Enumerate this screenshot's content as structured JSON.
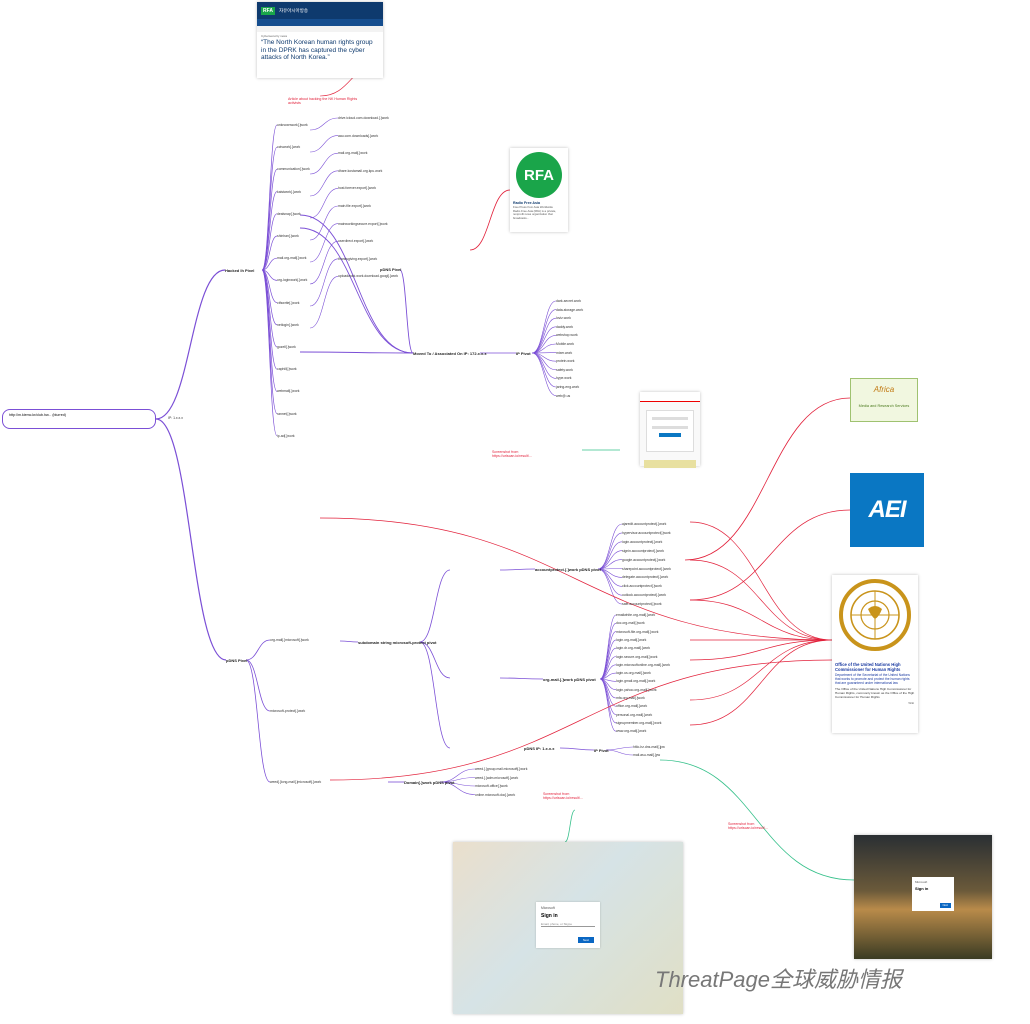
{
  "root": {
    "url": "http://m.kiemc.kr/club.hw... (blurred)",
    "ip_label": "IP: 1.x.x.x"
  },
  "hubs": {
    "top": "Hacked Ih Pixel",
    "bottom": "pDNS Pixel",
    "pdns": "pDNS Pixel",
    "moved": "Moved To / Associated On IP: 172.x.x.x",
    "ip_pivot": "IP Pivot",
    "subdomain": "subdomain string microsoft-protect pivot",
    "account": "accountprotect.[.]work pDNS pivot",
    "org": "org-mail.[.]work pDNS pivot",
    "pdns_ip": "pDNS IP: 1.x.x.x",
    "ip_pivot2": "IP Pivot",
    "domain": "Domain[.]work pDNS pivot"
  },
  "top_branch_labels": [
    "unknownwork[.]work",
    "cctvwork[.]work",
    "communication[.]work",
    "kaistwork[.]work",
    "dealsnap[.]work",
    "shinhan[.]work",
    "mail.org-mail[.]work",
    "org-loginwork[.]work",
    "ctfswrite[.]work",
    "netlogin[.]work",
    "gozell[.]work",
    "caphill[.]work",
    "webmail[.]work",
    "rannet[.]work",
    "ip-ad[.]work"
  ],
  "middle_labels": [
    "drive.icloud.com.download.[.]work",
    "aau.com.downloads[.]work",
    "mail.org-mail[.]work",
    "dhare.kostamail.org.kpu.work",
    "host.forever.export[.]work",
    "main.file.export[.]work",
    "mainworkingsecure.export[.]work",
    "userdirect.export[.]work",
    "thanksgiving.export[.]work",
    "uploadwork.work.download.googl[.]work"
  ],
  "ip_pivot_labels": [
    "dark-secret.work",
    "data-storage.work",
    "loviz.work",
    "daddy.work",
    "webshop.work",
    "Mobile.work",
    "mixer.work",
    "protein.work",
    "safety.work",
    "hype.work",
    "jaring-eng.work",
    "web@.us"
  ],
  "subdomain_labels": [
    "org-mail[.]microsoft[.]work",
    "microsoft-protect[.]work",
    "weed[.]long-mail[.]microsoft[.]work"
  ],
  "account_labels": [
    "ajaredit.accountprotect[.]work",
    "hypervisor.accountprotect[.]work",
    "login.accountprotect[.]work",
    "signin.accountprotect[.]work",
    "google.accountprotect[.]work",
    "sharepoint.accountprotect[.]work",
    "delegate.accountprotect[.]work",
    "click.accountprotect[.]work",
    "outlook.accountprotect[.]work",
    "safe.accountprotect[.]work"
  ],
  "org_labels": [
    "emailwhite.org-mail[.]work",
    "doc.org-mail[.]work",
    "microsoft-file.org-mail[.]work",
    "login.org-mail[.]work",
    "login.dr.org-mail[.]work",
    "login.secure.org-mail[.]work",
    "login.microsoftonline.org-mail[.]work",
    "login.us.org-mail[.]work",
    "login.gmail.org-mail[.]work",
    "login.yahoo.org-mail[.]work",
    "mfa.org-mail[.]work",
    "office.org-mail[.]work",
    "personal.org-mail[.]work",
    "signupmember.org-mail[.]work",
    "www.org-mail[.]work"
  ],
  "ip_pivot2_labels": [
    "hitlo-hz.dns-mail[.]pw",
    "mail.asu-mail[.]pw"
  ],
  "domain_labels": [
    "weed.[.]group.mail.microsoft[.]work",
    "weed.[.]adm.microsoft[.]work",
    "microsoft.office[.]work",
    "online.microsoft.doc[.]work"
  ],
  "rfa_panel": {
    "logo": "RFA",
    "site": "자유아시아방송",
    "kicker": "Cybersecurity news",
    "quote": "“The North Korean human rights group in the DPRK has captured the cyber attacks of North Korea.”",
    "note": "Article about hacking the NK Human Rights activists"
  },
  "rfa_card": {
    "logo": "RFA",
    "name": "Radio Free Asia",
    "sub": "Free Press from Asia Worldwide",
    "desc": "Radio Free Asia (RFA) is a private, nonprofit news organization that broadcasts..."
  },
  "login_notes": {
    "one": "Screenshot from https://urlscan.io/result/...",
    "two": "Screenshot from https://urlscan.io/result/...",
    "three": "Screenshot from https://urlscan.io/result/..."
  },
  "logos": {
    "african_top": "Africa",
    "african_caption": "Media and Research Services",
    "aei": "AEI",
    "un_title": "Office of the United Nations High Commissioner for Human Rights",
    "un_sub": "Department of the Secretariat of the United Nations that works to promote and protect the human rights that are guaranteed under international law",
    "un_desc": "The Office of the United Nations High Commissioner for Human Rights, commonly known as the Office of the High Commissioner for Human Rights",
    "un_more": "Wiki"
  },
  "signin": {
    "brand": "Microsoft",
    "title": "Sign in",
    "field": "Email, phone, or Skype",
    "next": "Next"
  },
  "watermark": "ThreatPage全球威胁情报",
  "colors": {
    "purple": "#7b4fd6",
    "red": "#e2213b",
    "green": "#35c08a",
    "rfa_blue": "#0e3a6e",
    "rfa_green": "#1aa54a",
    "aei_blue": "#0a77c3",
    "un_gold": "#c9941b"
  }
}
